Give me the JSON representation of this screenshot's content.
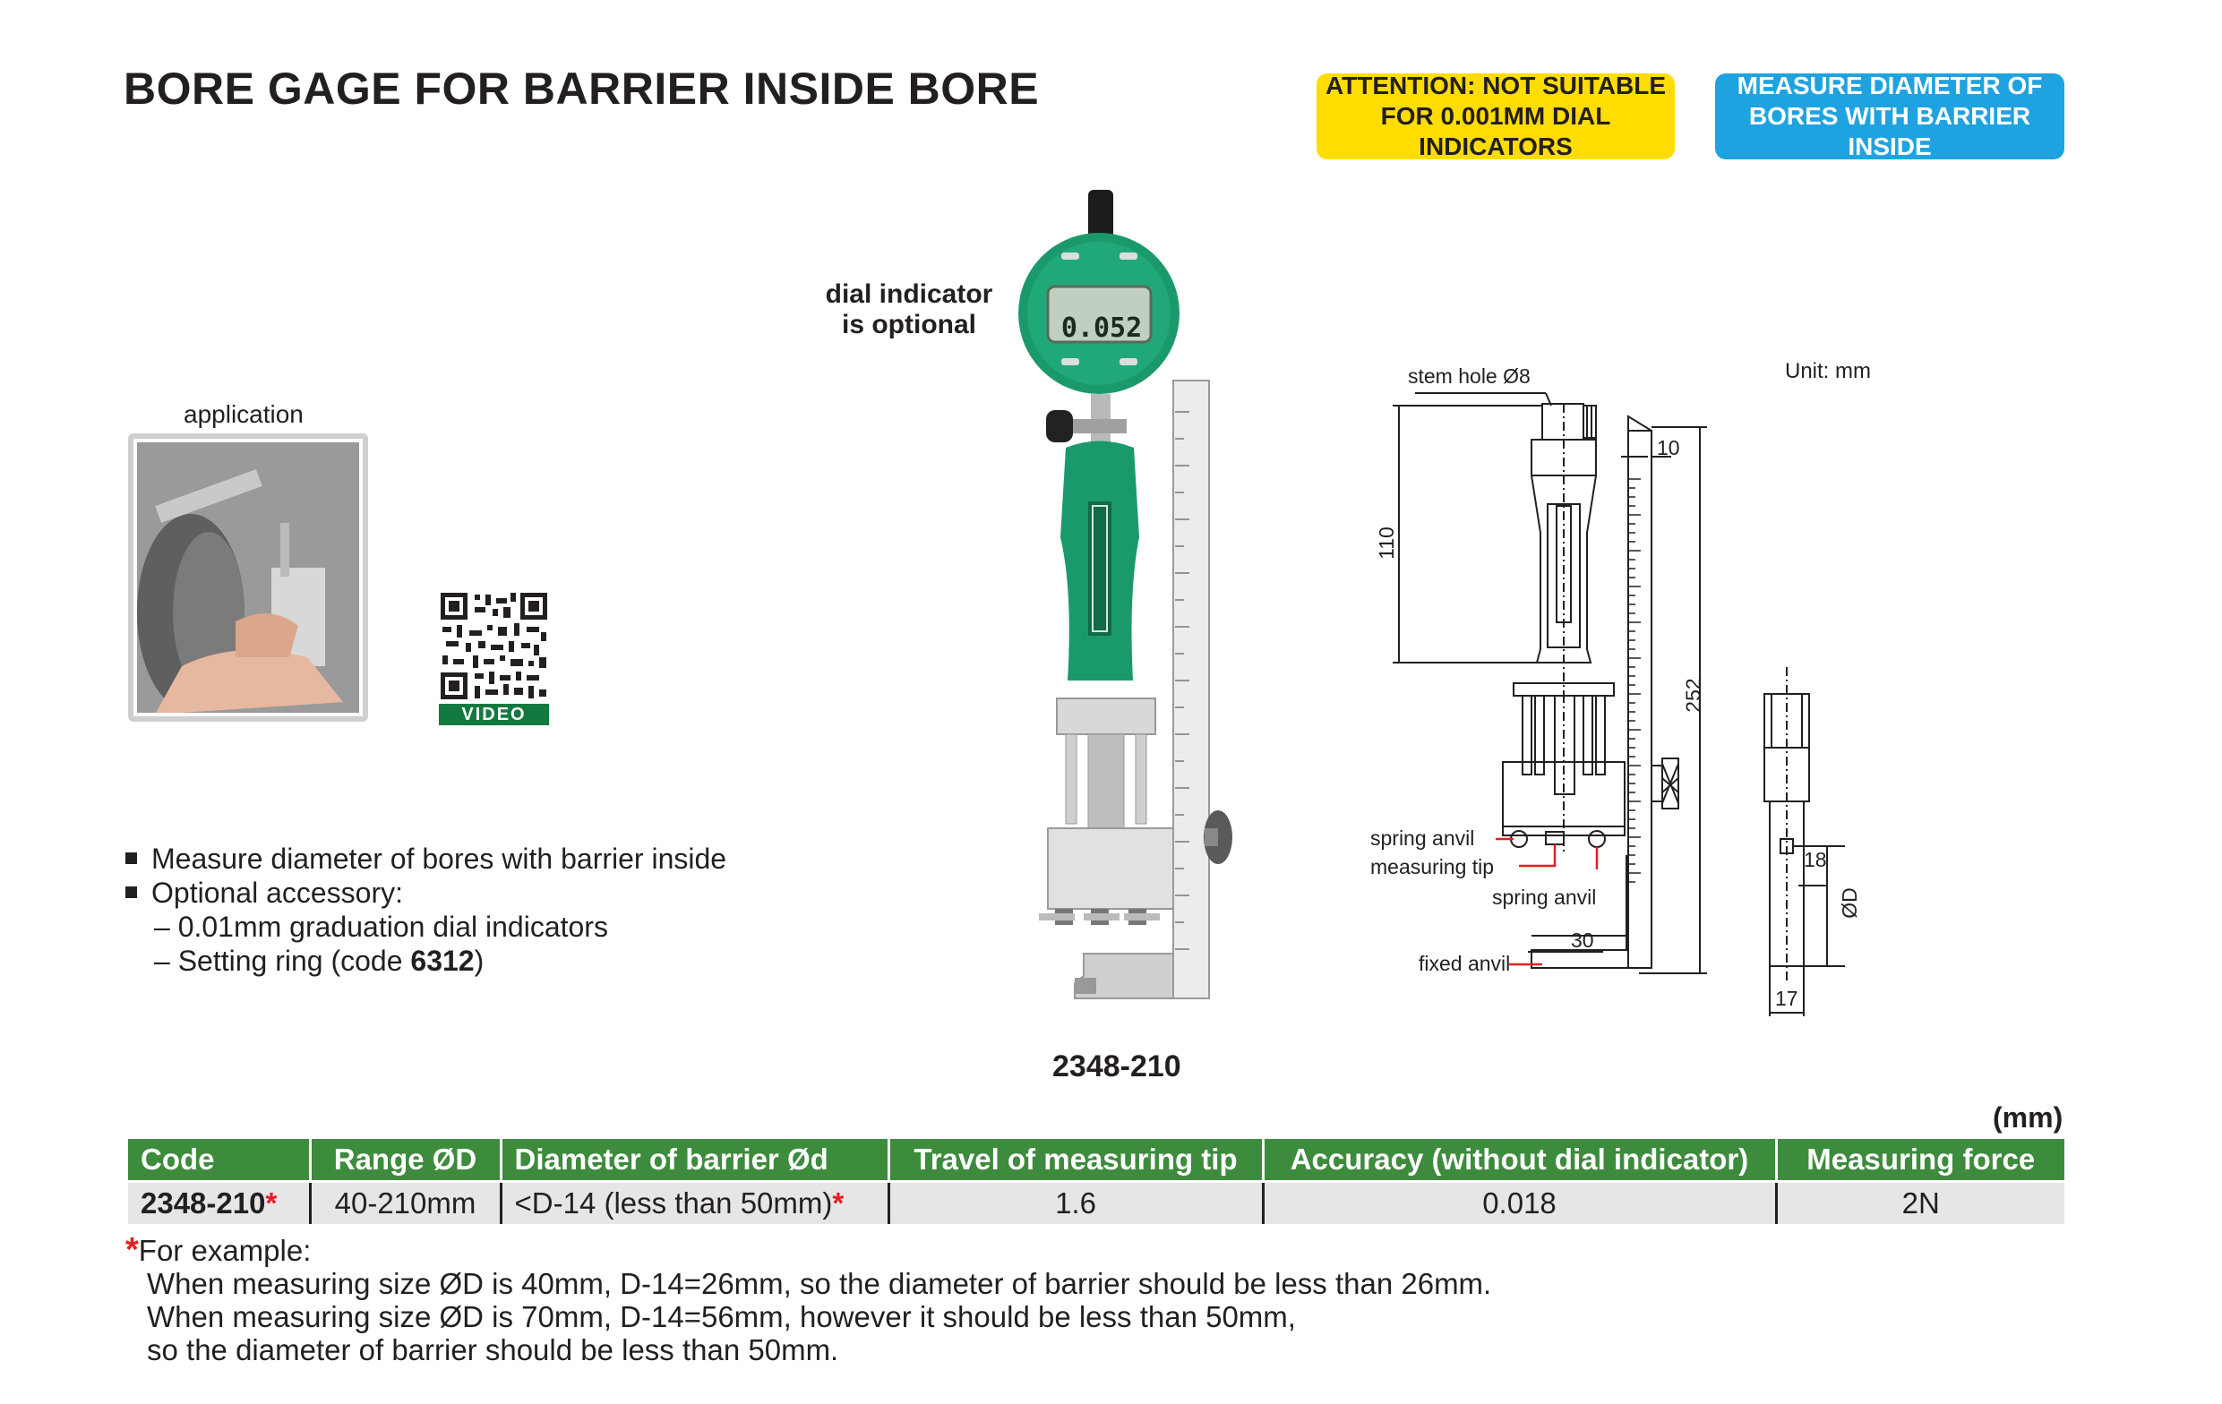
{
  "title": "BORE GAGE FOR BARRIER INSIDE BORE",
  "badges": {
    "attention_line1": "ATTENTION: NOT SUITABLE",
    "attention_line2": "FOR 0.001MM DIAL INDICATORS",
    "measure_line1": "MEASURE DIAMETER OF",
    "measure_line2": "BORES WITH BARRIER INSIDE"
  },
  "application_label": "application",
  "qr_label": "VIDEO",
  "features": {
    "item1": "Measure diameter of bores with barrier inside",
    "item2": "Optional accessory:",
    "sub1": "– 0.01mm graduation dial indicators",
    "sub2_prefix": "– Setting ring (code ",
    "sub2_code": "6312",
    "sub2_suffix": ")"
  },
  "dial_note_line1": "dial indicator",
  "dial_note_line2": "is optional",
  "dial_display": "0.052",
  "product_code": "2348-210",
  "drawing": {
    "unit": "Unit: mm",
    "stem_hole": "stem hole Ø8",
    "dim_10": "10",
    "dim_110": "110",
    "dim_252": "252",
    "spring_anvil_1": "spring anvil",
    "measuring_tip": "measuring tip",
    "spring_anvil_2": "spring anvil",
    "dim_30": "30",
    "fixed_anvil": "fixed anvil",
    "dim_18": "18",
    "dim_OD": "ØD",
    "dim_17": "17"
  },
  "table_unit": "(mm)",
  "table": {
    "headers": [
      "Code",
      "Range ØD",
      "Diameter of barrier Ød",
      "Travel of measuring tip",
      "Accuracy (without dial indicator)",
      "Measuring force"
    ],
    "row": {
      "code": "2348-210",
      "range": "40-210mm",
      "barrier": "<D-14 (less than 50mm)",
      "travel": "1.6",
      "accuracy": "0.018",
      "force": "2N"
    },
    "star": "*"
  },
  "footnote": {
    "star": "*",
    "heading": "For example:",
    "line1": "When measuring size ØD is 40mm, D-14=26mm, so the diameter of barrier should be less than 26mm.",
    "line2": "When measuring size ØD is 70mm, D-14=56mm, however it should be less than 50mm,",
    "line3": "so the diameter of barrier should be less than 50mm."
  },
  "colors": {
    "yellow_badge": "#ffdd00",
    "blue_badge": "#1fa3e0",
    "table_header": "#3d8b3d",
    "star_red": "#e31e24",
    "gauge_green": "#1a9a6a"
  }
}
